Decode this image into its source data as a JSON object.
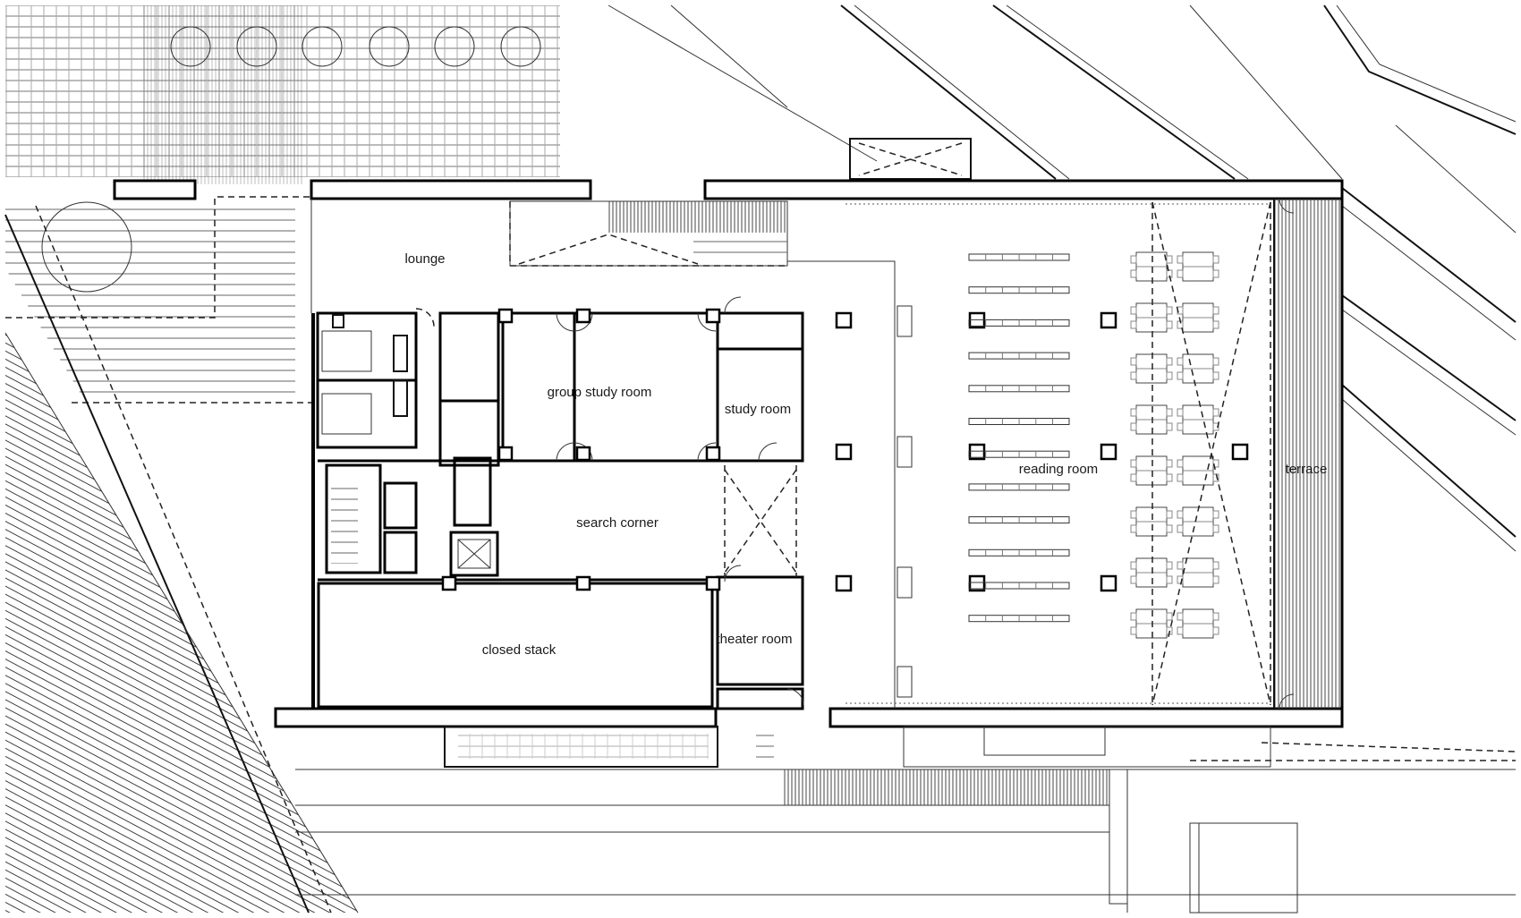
{
  "rooms": {
    "lounge": "lounge",
    "group_study_room": "group study room",
    "study_room": "study room",
    "search_corner": "search corner",
    "closed_stack": "closed stack",
    "theater_room": "theater room",
    "reading_room": "reading room",
    "terrace": "terrace"
  }
}
